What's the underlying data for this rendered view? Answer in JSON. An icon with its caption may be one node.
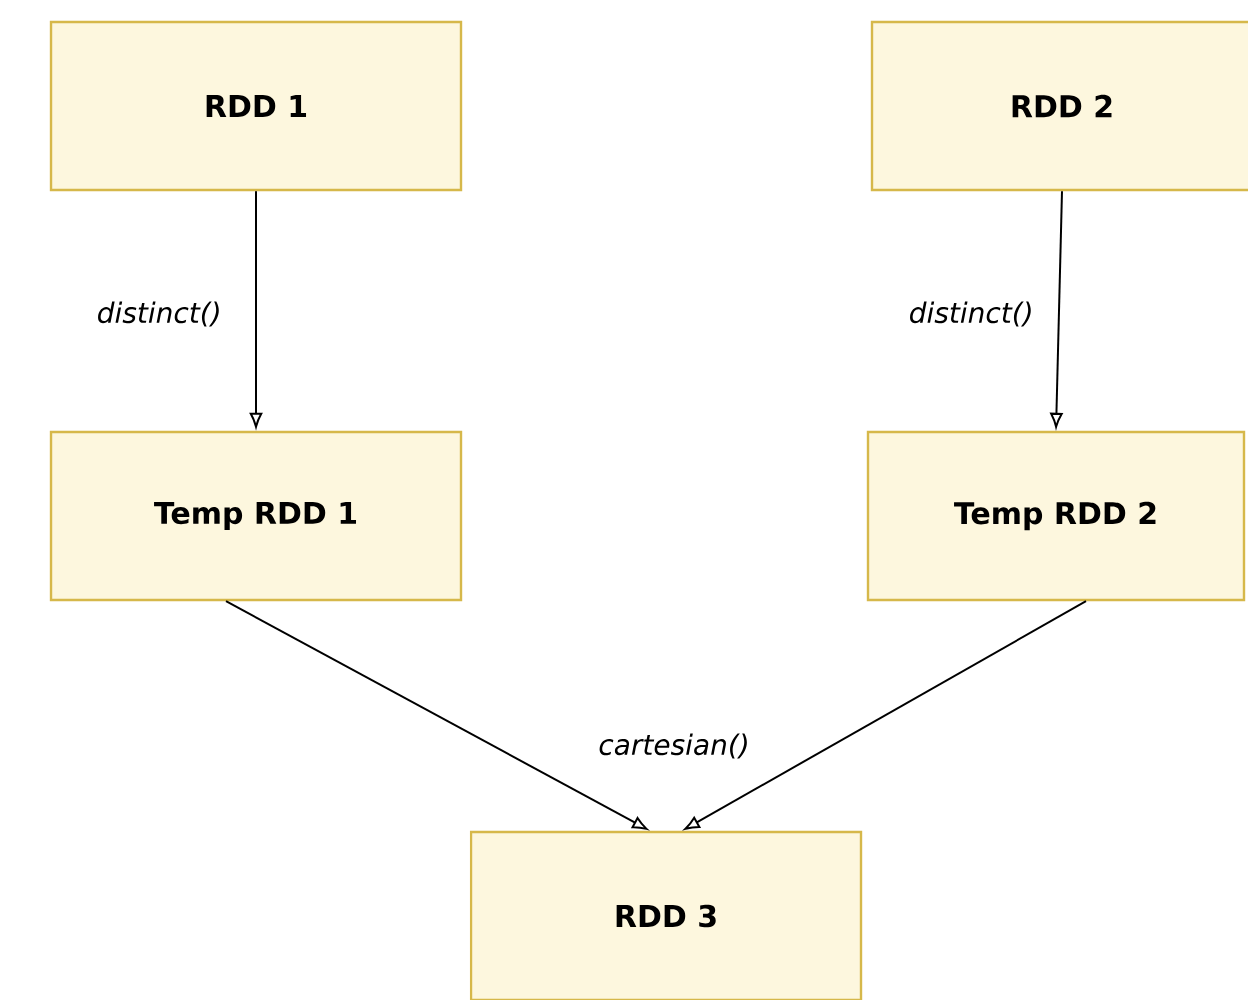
{
  "diagram": {
    "nodes": [
      {
        "text": [
          "RDD 1"
        ]
      },
      {
        "text": [
          "RDD 2"
        ]
      },
      {
        "text": [
          "Temp RDD 1"
        ]
      },
      {
        "text": [
          "Temp RDD 2"
        ]
      },
      {
        "text": [
          "RDD 3"
        ]
      }
    ],
    "edges": [
      {
        "from": 0,
        "to": 2,
        "arrow": "to",
        "label": "distinct()"
      },
      {
        "from": 1,
        "to": 3,
        "arrow": "to",
        "label": "distinct()"
      },
      {
        "from": 2,
        "to": 4,
        "arrow": "to",
        "label": "cartesian()"
      },
      {
        "from": 3,
        "to": 4,
        "arrow": "to"
      }
    ]
  }
}
